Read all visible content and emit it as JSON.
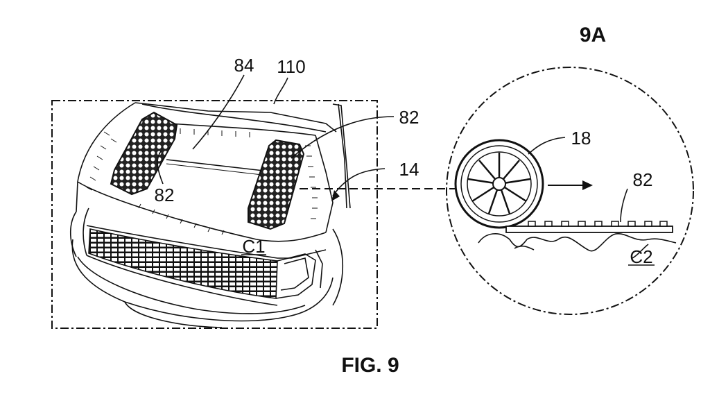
{
  "figure": {
    "caption": "FIG. 9",
    "detail_view_label": "9A",
    "reference_numerals": {
      "hood": "84",
      "zone_boundary": "110",
      "pad_right": "82",
      "pad_left": "82",
      "pad_detail": "82",
      "vehicle": "14",
      "wheel": "18",
      "contour_vehicle": "C1",
      "contour_terrain": "C2"
    }
  }
}
